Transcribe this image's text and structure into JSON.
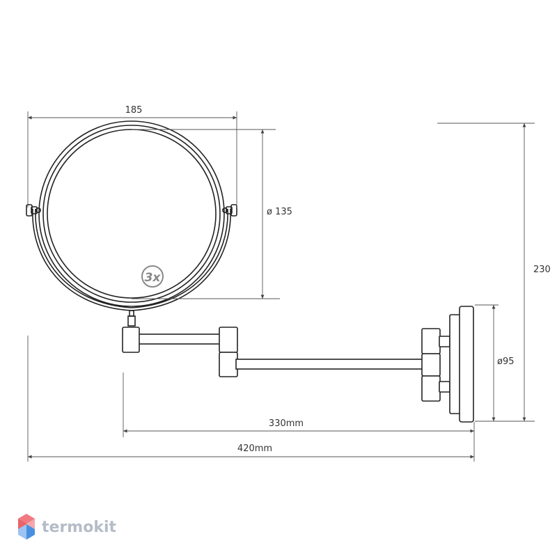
{
  "dimensions": {
    "mirror_width": "185",
    "mirror_diameter": "ø 135",
    "total_height": "230",
    "base_diameter": "ø95",
    "arm_length": "330mm",
    "total_length": "420mm"
  },
  "magnification_badge": "3x",
  "logo": {
    "text": "termokit"
  },
  "colors": {
    "line": "#222222",
    "dim_line": "#555555",
    "text": "#333333",
    "badge": "#888888",
    "logo_text": "#b5bcc8",
    "logo_red": "#e8494f",
    "logo_blue": "#4a8fe0"
  }
}
